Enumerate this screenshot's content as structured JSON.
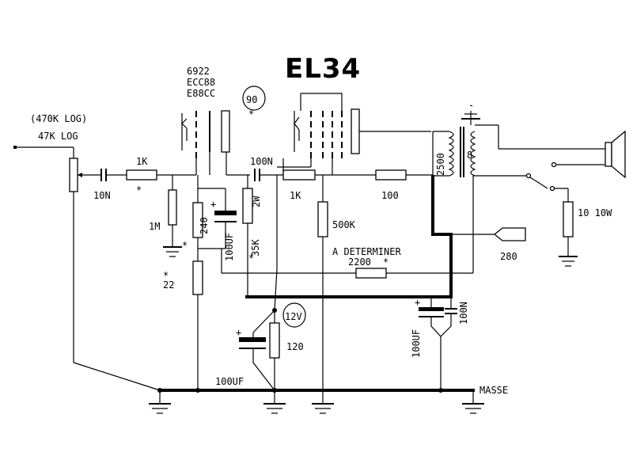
{
  "title": "EL34",
  "tube": {
    "line1": "6922",
    "line2": "ECC88",
    "line3": "E88CC",
    "badge": "90"
  },
  "pot": {
    "value1": "(470K LOG)",
    "value2": "47K LOG"
  },
  "labels": {
    "r_1k_in": "1K",
    "c_10n": "10N",
    "r_1m": "1M",
    "r_240": "240",
    "c_100uf_cath": "100UF",
    "r_35k": "35K",
    "r_35k_w": "2W",
    "c_100n": "100N",
    "r_1k_grid": "1K",
    "r_22": "22",
    "r_500k": "500K",
    "r_100": "100",
    "transformer_pri": "2500",
    "transformer_sec": "8",
    "det_title": "A DETERMINER",
    "r_2200": "2200",
    "supply_280": "280",
    "load_res": "10 10W",
    "c_100uf_supply": "100UF",
    "c_100n_supply": "100N",
    "volt_badge": "12V",
    "r_120": "120",
    "c_100uf_bias": "100UF",
    "masse": "MASSE",
    "star": "*"
  }
}
